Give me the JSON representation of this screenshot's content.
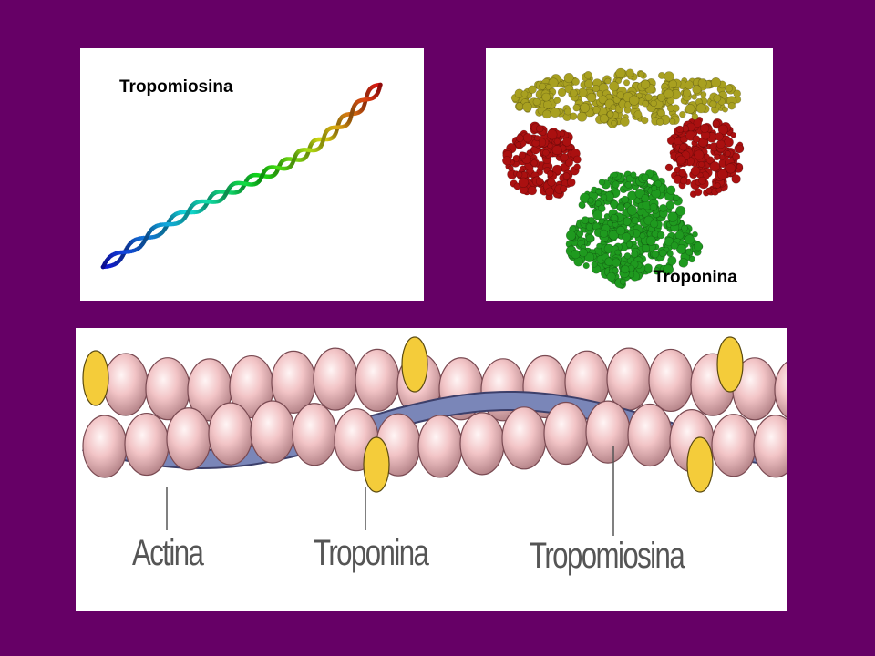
{
  "diagram": {
    "tropomyosin_panel": {
      "label": "Tropomiosina"
    },
    "troponin_panel": {
      "label": "Troponina"
    },
    "thin_filament_panel": {
      "labels": {
        "actin": "Actina",
        "troponin": "Troponina",
        "tropomyosin": "Tropomiosina"
      }
    },
    "colors": {
      "background": "#660066",
      "actin_bead": "#f2c4c6",
      "tropomyosin_strand": "#7a86b8",
      "troponin": "#f4cc3a",
      "troponin_yellow_subunit": "#a8a020",
      "troponin_red_subunit": "#aa1010",
      "troponin_green_subunit": "#1f9a1f"
    }
  }
}
